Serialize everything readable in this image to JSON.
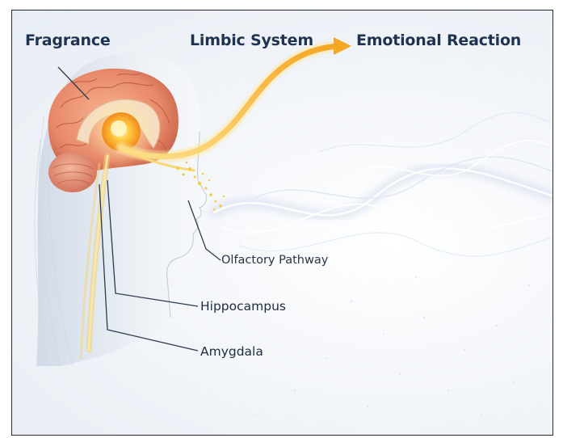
{
  "labels": {
    "fragrance": "Fragrance",
    "limbic_system": "Limbic System",
    "emotional_reaction": "Emotional Reaction",
    "olfactory_pathway": "Olfactory Pathway",
    "hippocampus": "Hippocampus",
    "amygdala": "Amygdala"
  },
  "colors": {
    "background": "#eef2f7",
    "brain": "#e8896a",
    "limbic_glow": "#f6a623",
    "pathway": "#f5c14e",
    "text": "#1f3350"
  }
}
